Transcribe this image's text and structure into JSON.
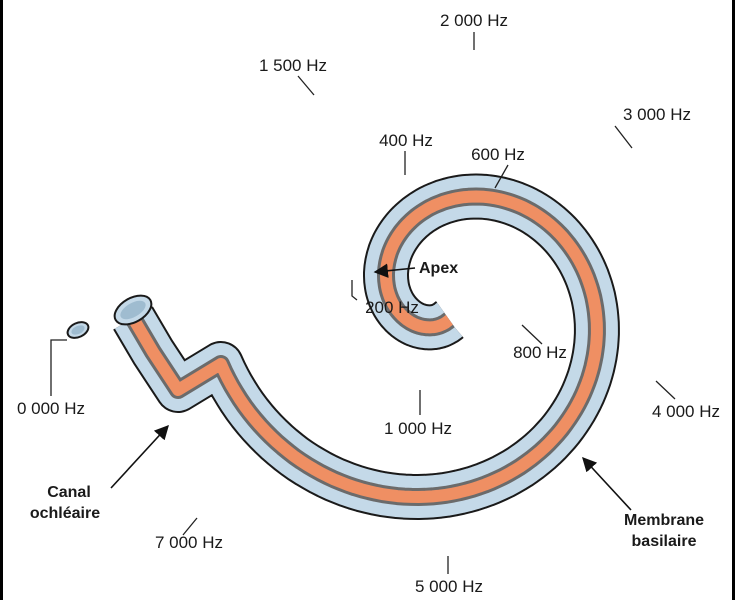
{
  "frequency_labels": [
    {
      "id": "hz2000",
      "text": "2 000 Hz"
    },
    {
      "id": "hz1500",
      "text": "1 500 Hz"
    },
    {
      "id": "hz3000",
      "text": "3 000 Hz"
    },
    {
      "id": "hz400",
      "text": "400 Hz"
    },
    {
      "id": "hz600",
      "text": "600 Hz"
    },
    {
      "id": "hz200",
      "text": "200 Hz"
    },
    {
      "id": "hz800",
      "text": "800 Hz"
    },
    {
      "id": "hz1000",
      "text": "1 000 Hz"
    },
    {
      "id": "hz4000",
      "text": "4 000 Hz"
    },
    {
      "id": "hz0000",
      "text": "0 000 Hz"
    },
    {
      "id": "hz7000",
      "text": "7 000 Hz"
    },
    {
      "id": "hz5000",
      "text": "5 000 Hz"
    }
  ],
  "apex_label": "Apex",
  "canal_label": {
    "line1": "Canal",
    "line2": "ochléaire"
  },
  "membrane_label": {
    "line1": "Membrane",
    "line2": "basilaire"
  },
  "colors": {
    "tube": "#c4d9e8",
    "membrane": "#ef8f63",
    "membrane_edge": "#6b6b6b",
    "outline": "#1a1a1a"
  }
}
